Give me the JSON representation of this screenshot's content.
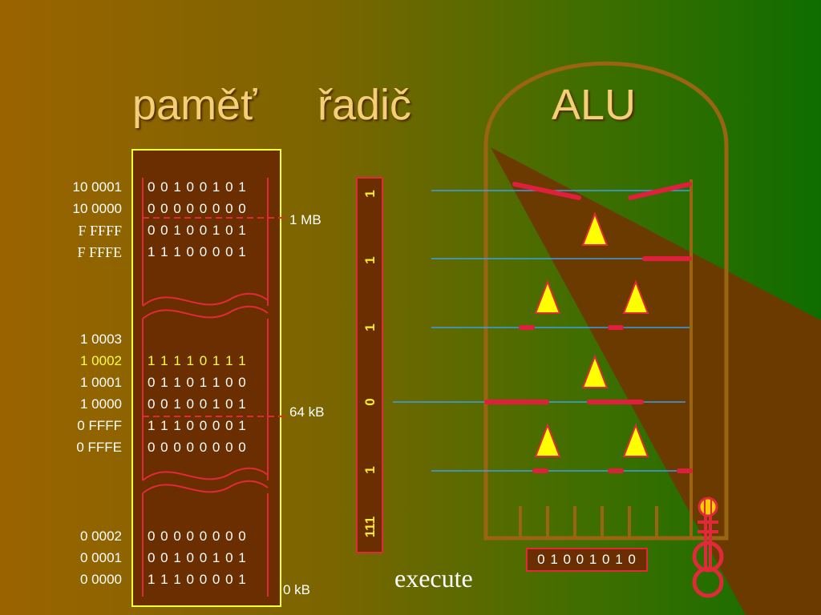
{
  "headings": {
    "memory": "paměť",
    "controller": "řadič",
    "alu": "ALU"
  },
  "memory_rows": {
    "top": [
      {
        "addr": "10 0001",
        "bits": "0 0 1 0 0 1 0 1"
      },
      {
        "addr": "10 0000",
        "bits": "0 0 0 0 0 0 0 0"
      },
      {
        "addr": "F FFFF",
        "bits": "0 0 1 0 0 1 0 1"
      },
      {
        "addr": "F FFFE",
        "bits": "1 1 1 0 0 0 0 1"
      }
    ],
    "middle": [
      {
        "addr": "1 0003",
        "bits": ""
      },
      {
        "addr": "1 0002",
        "bits": "1 1 1 1 0 1 1 1"
      },
      {
        "addr": "1 0001",
        "bits": "0 1 1 0 1 1 0 0"
      },
      {
        "addr": "1 0000",
        "bits": "0 0 1 0 0 1 0 1"
      },
      {
        "addr": "0 FFFF",
        "bits": "1 1 1 0 0 0 0 1"
      },
      {
        "addr": "0 FFFE",
        "bits": "0 0 0 0 0 0 0 0"
      }
    ],
    "bottom": [
      {
        "addr": "0 0002",
        "bits": "0 0 0 0 0 0 0 0"
      },
      {
        "addr": "0 0001",
        "bits": "0 0 1 0 0 1 0 1"
      },
      {
        "addr": "0 0000",
        "bits": "1 1 1 0 0 0 0 1"
      }
    ]
  },
  "boundaries": {
    "one_mb": "1 MB",
    "sixty_four_kb": "64 kB",
    "zero_kb": "0 kB"
  },
  "instruction_register": [
    "1",
    "1",
    "1",
    "0",
    "1",
    "111"
  ],
  "alu_output": "0 1 0 0 1 0 1 0",
  "execute_label": "execute",
  "colors": {
    "accent": "#e02a3a",
    "title": "#f5cf76",
    "highlight": "#ffff40",
    "gate": "#ffff00"
  }
}
